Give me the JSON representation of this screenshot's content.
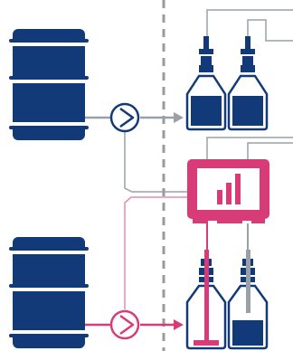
{
  "colors": {
    "navy": "#123a78",
    "navy_line": "#6f7a88",
    "pink": "#d83c78",
    "pink_light": "#e98ab0",
    "gray_line": "#9aa0a6",
    "divider": "#9a9a9a",
    "white": "#ffffff"
  },
  "components": {
    "drum_top": "barrel-icon",
    "drum_bottom": "barrel-icon",
    "pump_top": "pump-icon",
    "pump_bottom": "pump-icon",
    "analyzer": "bar-chart-monitor-icon",
    "bottles": "reagent-bottle-icon"
  },
  "levels": {
    "bottle_top_left": 0.55,
    "bottle_top_right": 0.55,
    "bottle_bottom_left": 0.05,
    "bottle_bottom_right": 0.45
  }
}
